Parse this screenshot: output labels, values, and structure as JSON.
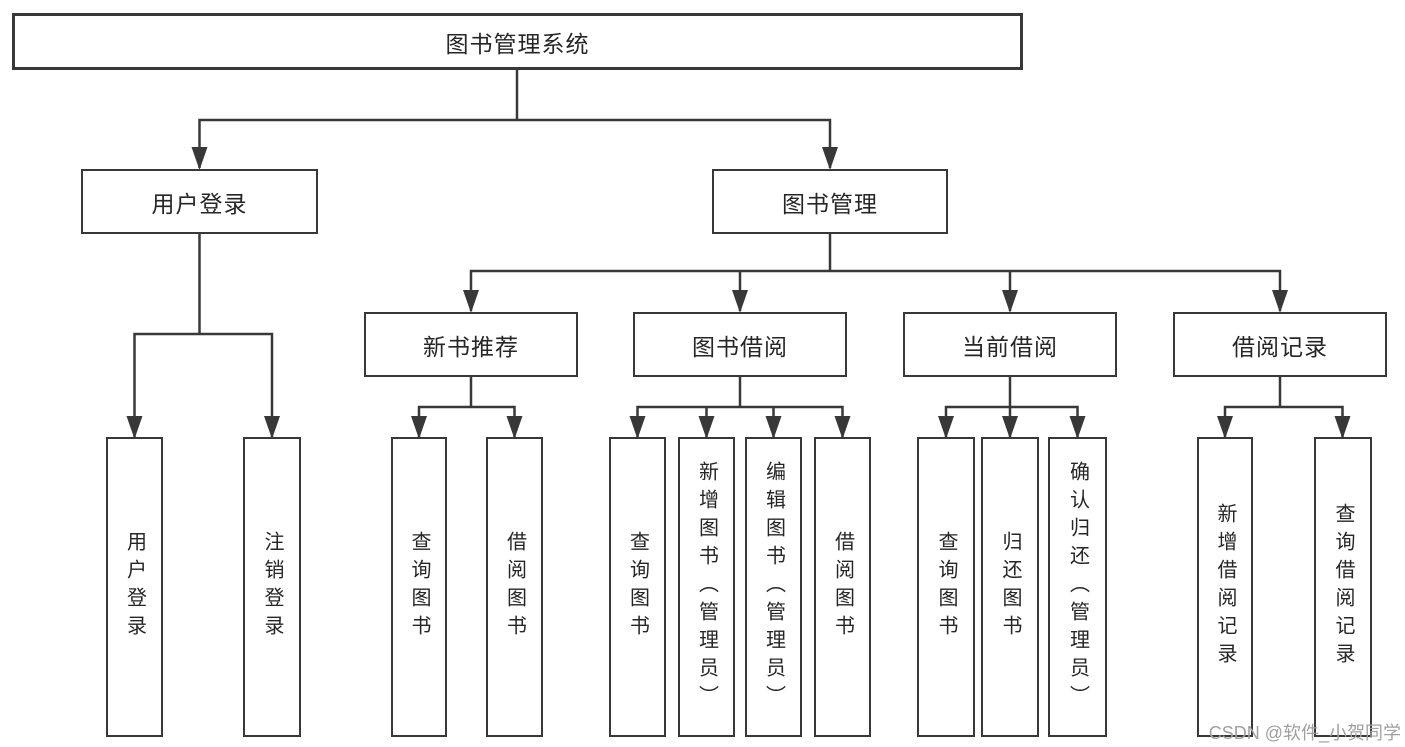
{
  "diagram": {
    "title": "图书管理系统",
    "root": {
      "label": "图书管理系统"
    },
    "level2": [
      {
        "id": "user-login",
        "label": "用户登录"
      },
      {
        "id": "book-management",
        "label": "图书管理"
      }
    ],
    "level3": [
      {
        "id": "new-book-recommend",
        "label": "新书推荐",
        "parent": "图书管理"
      },
      {
        "id": "book-borrowing",
        "label": "图书借阅",
        "parent": "图书管理"
      },
      {
        "id": "current-borrowing",
        "label": "当前借阅",
        "parent": "图书管理"
      },
      {
        "id": "borrowing-records",
        "label": "借阅记录",
        "parent": "图书管理"
      }
    ],
    "leaves": [
      {
        "id": "user-login-leaf",
        "label": "用户登录",
        "parent": "用户登录"
      },
      {
        "id": "logout",
        "label": "注销登录",
        "parent": "用户登录"
      },
      {
        "id": "query-books-recommend",
        "label": "查询图书",
        "parent": "新书推荐"
      },
      {
        "id": "borrow-books-recommend",
        "label": "借阅图书",
        "parent": "新书推荐"
      },
      {
        "id": "query-books-borrow",
        "label": "查询图书",
        "parent": "图书借阅"
      },
      {
        "id": "add-book-admin",
        "label": "新增图书（管理员）",
        "parent": "图书借阅"
      },
      {
        "id": "edit-book-admin",
        "label": "编辑图书（管理员）",
        "parent": "图书借阅"
      },
      {
        "id": "borrow-books",
        "label": "借阅图书",
        "parent": "图书借阅"
      },
      {
        "id": "query-books-current",
        "label": "查询图书",
        "parent": "当前借阅"
      },
      {
        "id": "return-books",
        "label": "归还图书",
        "parent": "当前借阅"
      },
      {
        "id": "confirm-return-admin",
        "label": "确认归还（管理员）",
        "parent": "当前借阅"
      },
      {
        "id": "add-borrow-record",
        "label": "新增借阅记录",
        "parent": "借阅记录"
      },
      {
        "id": "query-borrow-record",
        "label": "查询借阅记录",
        "parent": "借阅记录"
      }
    ]
  },
  "watermark": {
    "text": "CSDN @软件_小贺同学"
  },
  "colors": {
    "line": "#383838",
    "text": "#262626",
    "watermark": "#a0a0a0",
    "background": "#ffffff"
  }
}
